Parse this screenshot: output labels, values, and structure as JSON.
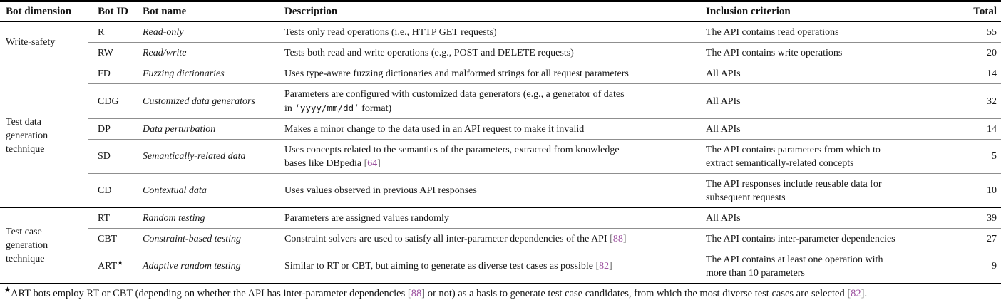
{
  "colors": {
    "citation": "#9b4f9e",
    "citation_bracket": "#6f6f6f",
    "rule_dark": "#000000",
    "rule_light": "#8f8f8f"
  },
  "table": {
    "headers": [
      "Bot dimension",
      "Bot ID",
      "Bot name",
      "Description",
      "Inclusion criterion",
      "Total"
    ],
    "sections": [
      {
        "dimension_lines": [
          "Write-safety"
        ],
        "rows": [
          {
            "id": "R",
            "name": "Read-only",
            "desc": [
              {
                "kind": "text",
                "v": "Tests only read operations (i.e., HTTP GET requests)"
              }
            ],
            "incl_lines": [
              "The API contains read operations"
            ],
            "total": "55"
          },
          {
            "id": "RW",
            "name": "Read/write",
            "desc": [
              {
                "kind": "text",
                "v": "Tests both read and write operations (e.g., POST and DELETE requests)"
              }
            ],
            "incl_lines": [
              "The API contains write operations"
            ],
            "total": "20"
          }
        ]
      },
      {
        "dimension_lines": [
          "Test data",
          "generation",
          "technique"
        ],
        "rows": [
          {
            "id": "FD",
            "name": "Fuzzing dictionaries",
            "desc": [
              {
                "kind": "text",
                "v": "Uses type-aware fuzzing dictionaries and malformed strings for all request parameters"
              }
            ],
            "incl_lines": [
              "All APIs"
            ],
            "total": "14"
          },
          {
            "id": "CDG",
            "name": "Customized data generators",
            "desc": [
              {
                "kind": "text",
                "v": "Parameters are configured with customized data generators (e.g., a generator of dates"
              },
              {
                "kind": "br"
              },
              {
                "kind": "text",
                "v": "in "
              },
              {
                "kind": "code",
                "v": "‘yyyy/mm/dd’"
              },
              {
                "kind": "text",
                "v": " format)"
              }
            ],
            "incl_lines": [
              "All APIs"
            ],
            "total": "32"
          },
          {
            "id": "DP",
            "name": "Data perturbation",
            "desc": [
              {
                "kind": "text",
                "v": "Makes a minor change to the data used in an API request to make it invalid"
              }
            ],
            "incl_lines": [
              "All APIs"
            ],
            "total": "14"
          },
          {
            "id": "SD",
            "name": "Semantically-related data",
            "desc": [
              {
                "kind": "text",
                "v": "Uses concepts related to the semantics of the parameters, extracted from knowledge"
              },
              {
                "kind": "br"
              },
              {
                "kind": "text",
                "v": "bases like DBpedia "
              },
              {
                "kind": "cite",
                "v": "64"
              }
            ],
            "incl_lines": [
              "The API contains parameters from which to",
              "extract semantically-related concepts"
            ],
            "total": "5"
          },
          {
            "id": "CD",
            "name": "Contextual data",
            "desc": [
              {
                "kind": "text",
                "v": "Uses values observed in previous API responses"
              }
            ],
            "incl_lines": [
              "The API responses include reusable data for",
              "subsequent requests"
            ],
            "total": "10"
          }
        ]
      },
      {
        "dimension_lines": [
          "Test case",
          "generation",
          "technique"
        ],
        "rows": [
          {
            "id": "RT",
            "name": "Random testing",
            "desc": [
              {
                "kind": "text",
                "v": "Parameters are assigned values randomly"
              }
            ],
            "incl_lines": [
              "All APIs"
            ],
            "total": "39"
          },
          {
            "id": "CBT",
            "name": "Constraint-based testing",
            "desc": [
              {
                "kind": "text",
                "v": "Constraint solvers are used to satisfy all inter-parameter dependencies of the API "
              },
              {
                "kind": "cite",
                "v": "88"
              }
            ],
            "incl_lines": [
              "The API contains inter-parameter dependencies"
            ],
            "total": "27"
          },
          {
            "id": "ART",
            "id_sup": "★",
            "name": "Adaptive random testing",
            "desc": [
              {
                "kind": "text",
                "v": "Similar to RT or CBT, but aiming to generate as diverse test cases as possible "
              },
              {
                "kind": "cite",
                "v": "82"
              }
            ],
            "incl_lines": [
              "The API contains at least one operation with",
              "more than 10 parameters"
            ],
            "total": "9"
          }
        ]
      }
    ]
  },
  "footnote": {
    "segments": [
      {
        "kind": "star",
        "v": "★"
      },
      {
        "kind": "text",
        "v": "ART bots employ RT or CBT (depending on whether the API has inter-parameter dependencies "
      },
      {
        "kind": "cite",
        "v": "88"
      },
      {
        "kind": "text",
        "v": " or not) as a basis to generate test case candidates, from which the most diverse test cases are selected "
      },
      {
        "kind": "cite",
        "v": "82"
      },
      {
        "kind": "text",
        "v": "."
      }
    ]
  }
}
